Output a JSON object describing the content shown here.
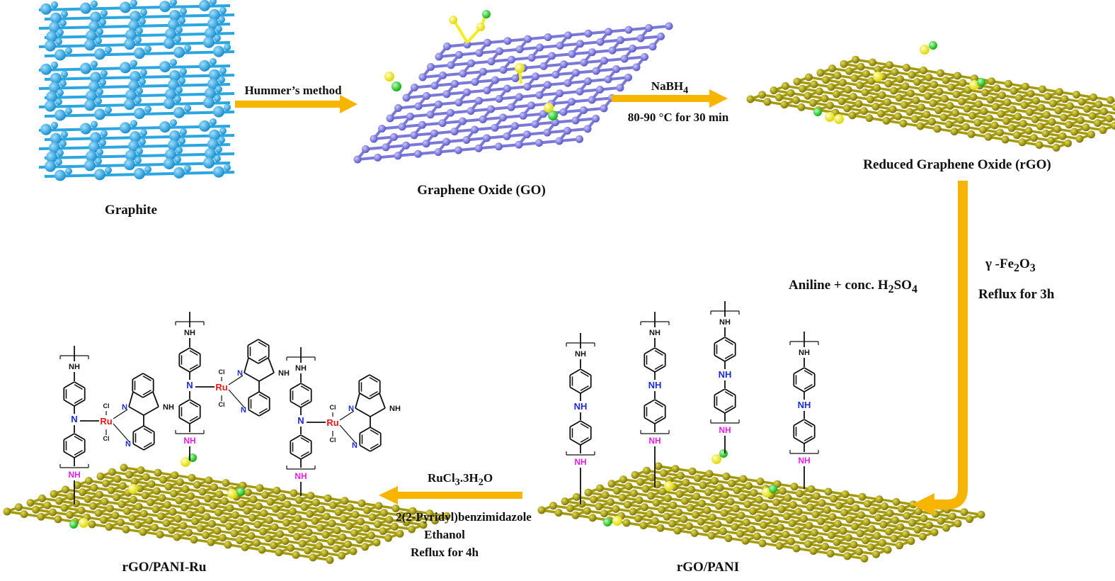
{
  "colors": {
    "graphite": "#2aa6e0",
    "graphene_oxide": "#7b78d8",
    "rgo": "#a39b0c",
    "oxygen_yellow": "#f2ef1a",
    "hydrogen_green": "#22cc22",
    "arrow": "#f7b500",
    "nitrogen_blue": "#1b2bd6",
    "nh_magenta": "#e020e0",
    "ruthenium_red": "#e01818",
    "bond": "#111111"
  },
  "labels": {
    "graphite": "Graphite",
    "go": "Graphene Oxide (GO)",
    "rgo": "Reduced Graphene Oxide (rGO)",
    "rgo_pani": "rGO/PANI",
    "rgo_pani_ru": "rGO/PANI-Ru"
  },
  "steps": {
    "step1": "Hummer’s method",
    "step2_reagent": "NaBH",
    "step2_sub": "4",
    "step2_cond": "80-90 °C for 30 min",
    "step3_left_a": "Aniline + conc. H",
    "step3_left_sub1": "2",
    "step3_left_b": "SO",
    "step3_left_sub2": "4",
    "step3_right_a": "γ -Fe",
    "step3_right_sub1": "2",
    "step3_right_b": "O",
    "step3_right_sub2": "3",
    "step3_right_cond": "Reflux for 3h",
    "step4_reagent_a": "RuCl",
    "step4_reagent_sub1": "3",
    "step4_reagent_b": ".3H",
    "step4_reagent_sub2": "2",
    "step4_reagent_c": "O",
    "step4_ligand": "2(2-Pyridyl)benzimidazole",
    "step4_solvent": "Ethanol",
    "step4_cond": "Reflux for 4h"
  },
  "atoms": {
    "nh": "NH",
    "n": "N",
    "ru": "Ru",
    "cl": "Cl"
  }
}
